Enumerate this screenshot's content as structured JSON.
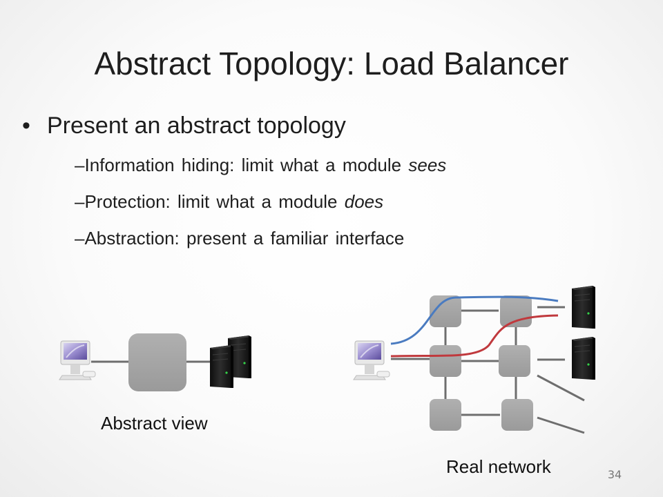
{
  "slide": {
    "title": "Abstract Topology: Load Balancer",
    "bullet": "Present an abstract topology",
    "bullet_marker": "•",
    "sub_marker": "–",
    "subs": [
      {
        "prefix": "Information hiding: limit what a module ",
        "emph": "sees"
      },
      {
        "prefix": "Protection: limit what a module ",
        "emph": "does"
      },
      {
        "prefix": "Abstraction: present a familiar interface",
        "emph": ""
      }
    ],
    "page_number": "34"
  },
  "diagram": {
    "abstract_caption": "Abstract view",
    "real_caption": "Real network",
    "colors": {
      "switch": "#a2a2a2",
      "link": "#6e6e6e",
      "path_blue": "#4a7bc0",
      "path_red": "#c0393d",
      "server": "#1b1b1b"
    },
    "icons": [
      "desktop-computer-icon",
      "server-tower-icon"
    ]
  }
}
